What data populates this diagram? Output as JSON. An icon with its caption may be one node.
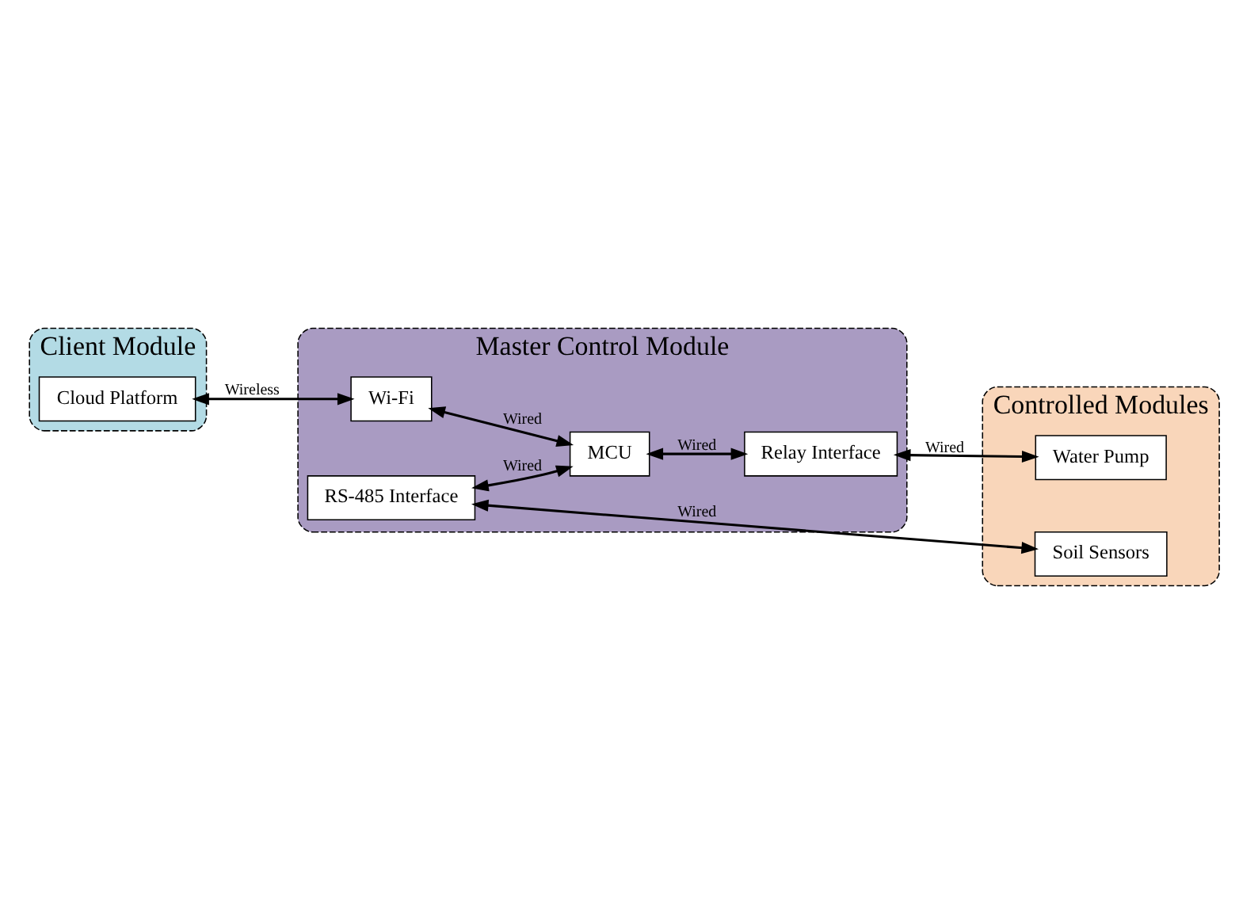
{
  "diagram": {
    "nodes": [
      {
        "text": [
          "Master Control Module"
        ]
      },
      {
        "text": [
          "RS-485 Interface"
        ],
        "in": 0
      },
      {
        "text": [
          "Wi-Fi"
        ],
        "in": 0
      },
      {
        "text": [
          "MCU"
        ],
        "in": 0
      },
      {
        "text": [
          "Relay Interface"
        ],
        "in": 0
      },
      {
        "text": [
          "Controlled Modules"
        ]
      },
      {
        "text": [
          "Soil Sensors"
        ],
        "in": 5
      },
      {
        "text": [
          "Water Pump"
        ],
        "in": 5
      },
      {
        "text": [
          "Client Module"
        ]
      },
      {
        "text": [
          "Cloud Platform"
        ],
        "in": 8
      }
    ],
    "edges": [
      {
        "from": 1,
        "to": 6,
        "arrow": "both",
        "label": "Wired"
      },
      {
        "from": 1,
        "to": 3,
        "arrow": "both",
        "label": "Wired"
      },
      {
        "from": 2,
        "to": 3,
        "arrow": "both",
        "label": "Wired"
      },
      {
        "from": 3,
        "to": 4,
        "arrow": "both",
        "label": "Wired"
      },
      {
        "from": 4,
        "to": 7,
        "arrow": "both",
        "label": "Wired"
      },
      {
        "from": 9,
        "to": 2,
        "arrow": "both",
        "label": "Wireless"
      }
    ]
  }
}
